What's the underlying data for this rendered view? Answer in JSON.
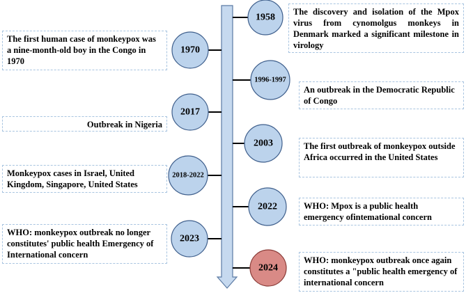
{
  "timeline": {
    "colors": {
      "node_fill": "#bcd3ec",
      "node_stroke": "#3f5f8c",
      "highlight_fill": "#d98a86",
      "highlight_stroke": "#8a3b37",
      "axis_fill": "#c6d9ef",
      "axis_stroke": "#5b7aa3",
      "connector": "#000000",
      "box_border": "#a8c4e0"
    },
    "events": [
      {
        "year": "1958",
        "side": "right",
        "highlight": false,
        "text": "The discovery and isolation of the Mpox virus from cynomolgus monkeys in Denmark marked a significant milestone in virology"
      },
      {
        "year": "1970",
        "side": "left",
        "highlight": false,
        "text": "The first human case of monkeypox was a nine-month-old boy in the Congo in 1970"
      },
      {
        "year": "1996-1997",
        "side": "right",
        "highlight": false,
        "text": "An outbreak in the Democratic Republic of Congo"
      },
      {
        "year": "2017",
        "side": "left",
        "highlight": false,
        "text": "Outbreak in Nigeria"
      },
      {
        "year": "2003",
        "side": "right",
        "highlight": false,
        "text": "The first outbreak of monkeypox outside Africa occurred in the United States"
      },
      {
        "year": "2018-2022",
        "side": "left",
        "highlight": false,
        "text": "Monkeypox cases in Israel, United Kingdom, Singapore, United States"
      },
      {
        "year": "2022",
        "side": "right",
        "highlight": false,
        "text": "WHO: Mpox is a public health emergency ofintemational concern"
      },
      {
        "year": "2023",
        "side": "left",
        "highlight": false,
        "text": "WHO:   monkeypox outbreak no longer constitutes' public health Emergency of International concern"
      },
      {
        "year": "2024",
        "side": "right",
        "highlight": true,
        "text": "WHO:  monkeypox outbreak once again constitutes a \"public health emergency of international concern"
      }
    ]
  }
}
